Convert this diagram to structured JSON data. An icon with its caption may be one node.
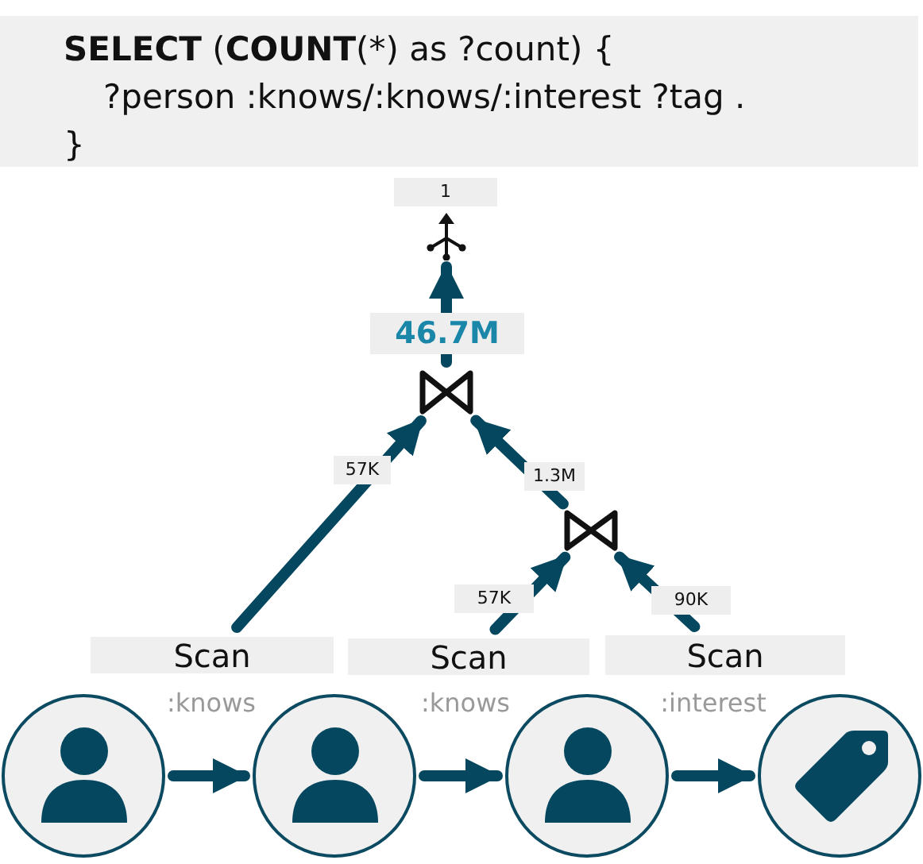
{
  "diagram": {
    "nodes": [
      {
        "text": [
          "**SELECT** (**COUNT**(*) as ?count) {",
          "?person :knows/:knows/:interest ?tag .",
          "}"
        ]
      },
      {
        "text": [],
        "shape": "fork",
        "beside": [
          "1"
        ]
      },
      {
        "text": [],
        "shape": "bowtie"
      },
      {
        "text": [],
        "shape": "bowtie"
      },
      {
        "text": [
          "Scan"
        ]
      },
      {
        "text": [
          "Scan"
        ]
      },
      {
        "text": [
          "Scan"
        ]
      },
      {
        "text": [],
        "shape": "circle"
      },
      {
        "text": [],
        "shape": "circle"
      },
      {
        "text": [],
        "shape": "circle"
      },
      {
        "text": [],
        "shape": "circle"
      }
    ],
    "edges": [
      {
        "from": 2,
        "to": 1,
        "arrow": "to",
        "label": "46.7M"
      },
      {
        "from": 4,
        "to": 2,
        "arrow": "to",
        "label": "57K"
      },
      {
        "from": 3,
        "to": 2,
        "arrow": "to",
        "label": "1.3M"
      },
      {
        "from": 5,
        "to": 3,
        "arrow": "to",
        "label": "57K"
      },
      {
        "from": 6,
        "to": 3,
        "arrow": "to",
        "label": "90K"
      },
      {
        "from": 7,
        "to": 8,
        "arrow": "to",
        "label": ":knows"
      },
      {
        "from": 8,
        "to": 9,
        "arrow": "to",
        "label": ":knows"
      },
      {
        "from": 9,
        "to": 10,
        "arrow": "to",
        "label": ":interest"
      }
    ]
  }
}
